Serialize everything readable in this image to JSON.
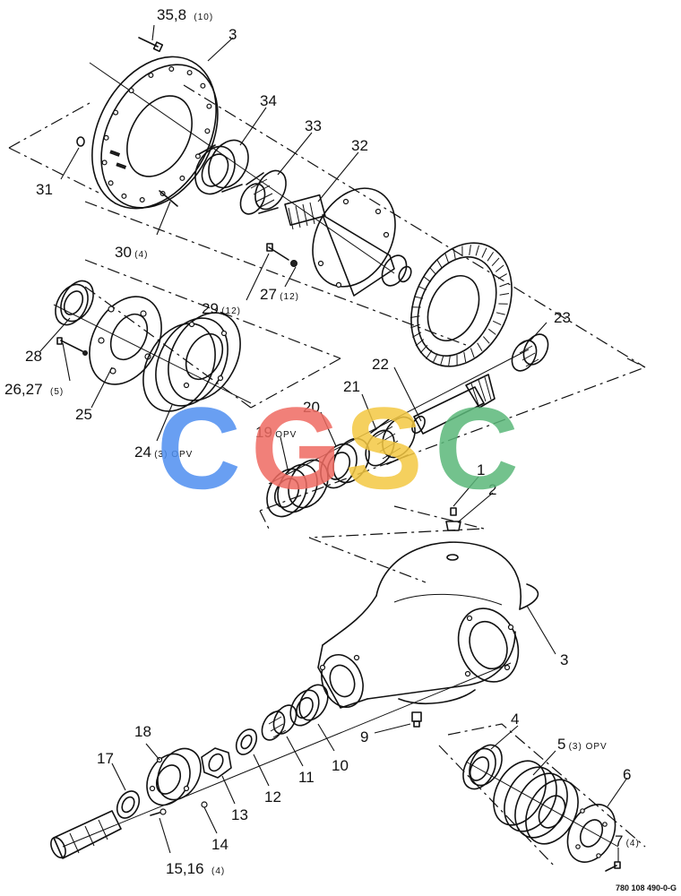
{
  "callouts": [
    {
      "id": "c35",
      "text": "35,8",
      "qty": "(10)"
    },
    {
      "id": "c3a",
      "text": "3",
      "qty": ""
    },
    {
      "id": "c34",
      "text": "34",
      "qty": ""
    },
    {
      "id": "c33",
      "text": "33",
      "qty": ""
    },
    {
      "id": "c32",
      "text": "32",
      "qty": ""
    },
    {
      "id": "c31",
      "text": "31",
      "qty": ""
    },
    {
      "id": "c30",
      "text": "30",
      "qty": "(4)"
    },
    {
      "id": "c29",
      "text": "29",
      "qty": "(12)"
    },
    {
      "id": "c27",
      "text": "27",
      "qty": "(12)"
    },
    {
      "id": "c28",
      "text": "28",
      "qty": ""
    },
    {
      "id": "c2627",
      "text": "26,27",
      "qty": "(5)"
    },
    {
      "id": "c25",
      "text": "25",
      "qty": ""
    },
    {
      "id": "c24",
      "text": "24",
      "qty": "(3) OPV"
    },
    {
      "id": "c23",
      "text": "23",
      "qty": ""
    },
    {
      "id": "c22",
      "text": "22",
      "qty": ""
    },
    {
      "id": "c21",
      "text": "21",
      "qty": ""
    },
    {
      "id": "c20",
      "text": "20",
      "qty": ""
    },
    {
      "id": "c19",
      "text": "19",
      "qty": "OPV"
    },
    {
      "id": "c1",
      "text": "1",
      "qty": ""
    },
    {
      "id": "c2",
      "text": "2",
      "qty": ""
    },
    {
      "id": "c3b",
      "text": "3",
      "qty": ""
    },
    {
      "id": "c9",
      "text": "9",
      "qty": ""
    },
    {
      "id": "c4",
      "text": "4",
      "qty": ""
    },
    {
      "id": "c5",
      "text": "5",
      "qty": "(3) OPV"
    },
    {
      "id": "c6",
      "text": "6",
      "qty": ""
    },
    {
      "id": "c7",
      "text": "7",
      "qty": "(4)"
    },
    {
      "id": "c10",
      "text": "10",
      "qty": ""
    },
    {
      "id": "c11",
      "text": "11",
      "qty": ""
    },
    {
      "id": "c12",
      "text": "12",
      "qty": ""
    },
    {
      "id": "c13",
      "text": "13",
      "qty": ""
    },
    {
      "id": "c14",
      "text": "14",
      "qty": ""
    },
    {
      "id": "c1516",
      "text": "15,16",
      "qty": "(4)"
    },
    {
      "id": "c17",
      "text": "17",
      "qty": ""
    },
    {
      "id": "c18",
      "text": "18",
      "qty": ""
    }
  ],
  "watermark": {
    "letters": [
      "C",
      "G",
      "S",
      "C"
    ],
    "colors": [
      "#4f8ff0",
      "#ef6b62",
      "#f4c842",
      "#5bb87a"
    ]
  },
  "drawing_code": "780 108 490-0-G"
}
